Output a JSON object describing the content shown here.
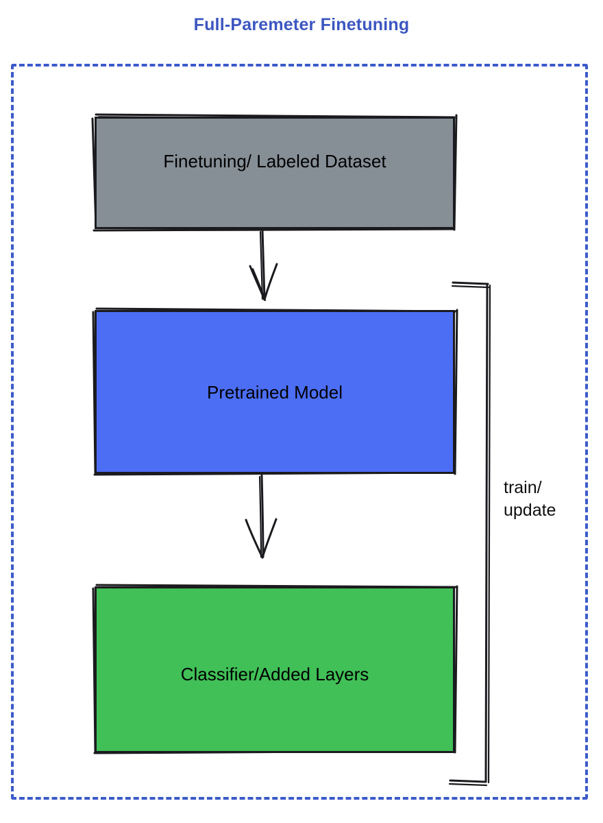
{
  "title": "Full-Paremeter Finetuning",
  "theme": {
    "title_color": "#3c56c0",
    "frame_border_color": "#3b5bc9",
    "stroke_color": "#1b1b1f",
    "background": "#ffffff"
  },
  "frame": {
    "style": "dashed",
    "name": "full-parameter-finetuning-group"
  },
  "nodes": [
    {
      "id": "dataset",
      "label": "Finetuning/ Labeled Dataset",
      "fill": "#868e96",
      "fill_name": "gray"
    },
    {
      "id": "pretrained",
      "label": "Pretrained Model",
      "fill": "#4c6ef5",
      "fill_name": "blue"
    },
    {
      "id": "classifier",
      "label": "Classifier/Added Layers",
      "fill": "#40c057",
      "fill_name": "green"
    }
  ],
  "edges": [
    {
      "id": "dataset-to-pretrained",
      "from": "dataset",
      "to": "pretrained",
      "label": ""
    },
    {
      "id": "pretrained-to-classifier",
      "from": "pretrained",
      "to": "classifier",
      "label": ""
    },
    {
      "id": "feedback-loop",
      "from": "classifier",
      "to": "pretrained",
      "label": "train/\nupdate"
    }
  ],
  "edge_labels": {
    "feedback": "train/\nupdate"
  }
}
